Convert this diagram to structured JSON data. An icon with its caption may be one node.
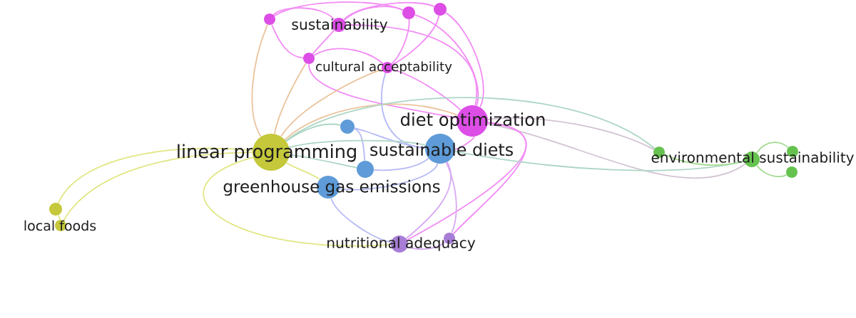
{
  "diagram": {
    "nodes": [
      {
        "text": [],
        "shape": "circle"
      },
      {
        "text": [
          "sustainability"
        ]
      },
      {
        "text": [],
        "shape": "circle"
      },
      {
        "text": [],
        "shape": "circle"
      },
      {
        "text": [],
        "shape": "circle"
      },
      {
        "text": [
          "cultural acceptability"
        ]
      },
      {
        "text": [
          "diet optimization"
        ]
      },
      {
        "text": [],
        "shape": "circle"
      },
      {
        "text": [
          "linear programming"
        ]
      },
      {
        "text": [
          "sustainable diets"
        ]
      },
      {
        "text": [],
        "shape": "circle"
      },
      {
        "text": [],
        "shape": "circle"
      },
      {
        "text": [
          "environmental sustainability"
        ]
      },
      {
        "text": [],
        "shape": "circle"
      },
      {
        "text": [],
        "shape": "circle"
      },
      {
        "text": [
          "greenhouse gas emissions"
        ]
      },
      {
        "text": [],
        "shape": "circle"
      },
      {
        "text": [
          "local foods"
        ]
      },
      {
        "text": [],
        "shape": "circle"
      },
      {
        "text": [
          "nutritional adequacy"
        ]
      }
    ],
    "edges": [
      {
        "from": 0,
        "to": 1,
        "arrow": "none"
      },
      {
        "from": 0,
        "to": 2,
        "arrow": "none"
      },
      {
        "from": 0,
        "to": 4,
        "arrow": "none"
      },
      {
        "from": 0,
        "to": 8,
        "arrow": "none",
        "color": "#ebc39c"
      },
      {
        "from": 1,
        "to": 2,
        "arrow": "none"
      },
      {
        "from": 1,
        "to": 3,
        "arrow": "none"
      },
      {
        "from": 1,
        "to": 4,
        "arrow": "none"
      },
      {
        "from": 1,
        "to": 6,
        "arrow": "none"
      },
      {
        "from": 2,
        "to": 5,
        "arrow": "none"
      },
      {
        "from": 2,
        "to": 6,
        "arrow": "none"
      },
      {
        "from": 3,
        "to": 5,
        "arrow": "none"
      },
      {
        "from": 3,
        "to": 6,
        "arrow": "none"
      },
      {
        "from": 4,
        "to": 5,
        "arrow": "none"
      },
      {
        "from": 4,
        "to": 6,
        "arrow": "none"
      },
      {
        "from": 4,
        "to": 8,
        "arrow": "none",
        "color": "#ebc39c"
      },
      {
        "from": 5,
        "to": 6,
        "arrow": "none"
      },
      {
        "from": 5,
        "to": 8,
        "arrow": "none",
        "color": "#ebc39c"
      },
      {
        "from": 5,
        "to": 9,
        "arrow": "none",
        "color": "#b3b8f5"
      },
      {
        "from": 6,
        "to": 8,
        "arrow": "none",
        "color": "#ebc39c"
      },
      {
        "from": 6,
        "to": 9,
        "arrow": "none"
      },
      {
        "from": 6,
        "to": 10,
        "arrow": "none",
        "color": "#d3c3d3"
      },
      {
        "from": 6,
        "to": 12,
        "arrow": "none",
        "color": "#d3c3d3"
      },
      {
        "from": 6,
        "to": 18,
        "arrow": "none"
      },
      {
        "from": 6,
        "to": 19,
        "arrow": "none"
      },
      {
        "from": 7,
        "to": 8,
        "arrow": "none",
        "color": "#acd6c4"
      },
      {
        "from": 7,
        "to": 9,
        "arrow": "none",
        "color": "#b3b8f5"
      },
      {
        "from": 7,
        "to": 13,
        "arrow": "none",
        "color": "#b3b8f5"
      },
      {
        "from": 8,
        "to": 9,
        "arrow": "none",
        "color": "#acd6c4"
      },
      {
        "from": 8,
        "to": 10,
        "arrow": "none",
        "color": "#acd6c4"
      },
      {
        "from": 8,
        "to": 13,
        "arrow": "none",
        "color": "#acd6c4"
      },
      {
        "from": 8,
        "to": 15,
        "arrow": "none",
        "color": "#e2e684"
      },
      {
        "from": 8,
        "to": 16,
        "arrow": "none",
        "color": "#e2e684"
      },
      {
        "from": 8,
        "to": 17,
        "arrow": "none",
        "color": "#e2e684"
      },
      {
        "from": 8,
        "to": 19,
        "arrow": "none",
        "color": "#e2e684"
      },
      {
        "from": 9,
        "to": 12,
        "arrow": "none",
        "color": "#acd6c4"
      },
      {
        "from": 9,
        "to": 13,
        "arrow": "none",
        "color": "#b3b8f5"
      },
      {
        "from": 9,
        "to": 15,
        "arrow": "none",
        "color": "#b3b8f5"
      },
      {
        "from": 9,
        "to": 18,
        "arrow": "none",
        "color": "#d7aaf2"
      },
      {
        "from": 9,
        "to": 19,
        "arrow": "none",
        "color": "#d7aaf2"
      },
      {
        "from": 10,
        "to": 12,
        "arrow": "none",
        "color": "#a3db90"
      },
      {
        "from": 12,
        "to": 11,
        "arrow": "none",
        "color": "#a3db90"
      },
      {
        "from": 12,
        "to": 14,
        "arrow": "none",
        "color": "#a3db90"
      },
      {
        "from": 15,
        "to": 19,
        "arrow": "none",
        "color": "#b3b8f5"
      },
      {
        "from": 16,
        "to": 17,
        "arrow": "none",
        "color": "#e2e684"
      },
      {
        "from": 18,
        "to": 19,
        "arrow": "none",
        "color": "#d7aaf2"
      }
    ]
  }
}
